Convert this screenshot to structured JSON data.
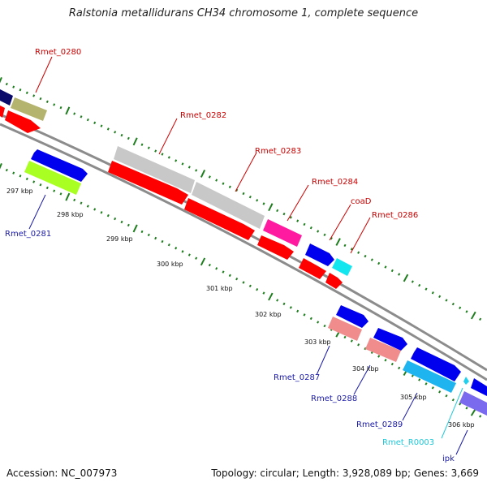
{
  "title": "Ralstonia metallidurans CH34 chromosome 1, complete sequence",
  "footer": {
    "accession": "Accession: NC_007973",
    "topology": "Topology: circular; Length: 3,928,089 bp; Genes: 3,669"
  },
  "colors": {
    "backbone": "#8c8c8c",
    "tick": "#1e7d1e",
    "label_red": "#cc0000",
    "label_blue": "#1a1aa8",
    "label_cyan": "#22c8d8"
  },
  "kbp_labels": [
    {
      "text": "297 kbp"
    },
    {
      "text": "298 kbp"
    },
    {
      "text": "299 kbp"
    },
    {
      "text": "300 kbp"
    },
    {
      "text": "301 kbp"
    },
    {
      "text": "302 kbp"
    },
    {
      "text": "303 kbp"
    },
    {
      "text": "304 kbp"
    },
    {
      "text": "305 kbp"
    },
    {
      "text": "306 kbp"
    }
  ],
  "gene_labels": [
    {
      "text": "Rmet_0280",
      "color": "#cc0000"
    },
    {
      "text": "Rmet_0281",
      "color": "#1a1aa8"
    },
    {
      "text": "Rmet_0282",
      "color": "#cc0000"
    },
    {
      "text": "Rmet_0283",
      "color": "#cc0000"
    },
    {
      "text": "Rmet_0284",
      "color": "#cc0000"
    },
    {
      "text": "coaD",
      "color": "#cc0000"
    },
    {
      "text": "Rmet_0286",
      "color": "#cc0000"
    },
    {
      "text": "Rmet_0287",
      "color": "#1a1aa8"
    },
    {
      "text": "Rmet_0288",
      "color": "#1a1aa8"
    },
    {
      "text": "Rmet_0289",
      "color": "#1a1aa8"
    },
    {
      "text": "Rmet_R0003",
      "color": "#22c8d8"
    },
    {
      "text": "ipk",
      "color": "#1a1aa8"
    }
  ]
}
